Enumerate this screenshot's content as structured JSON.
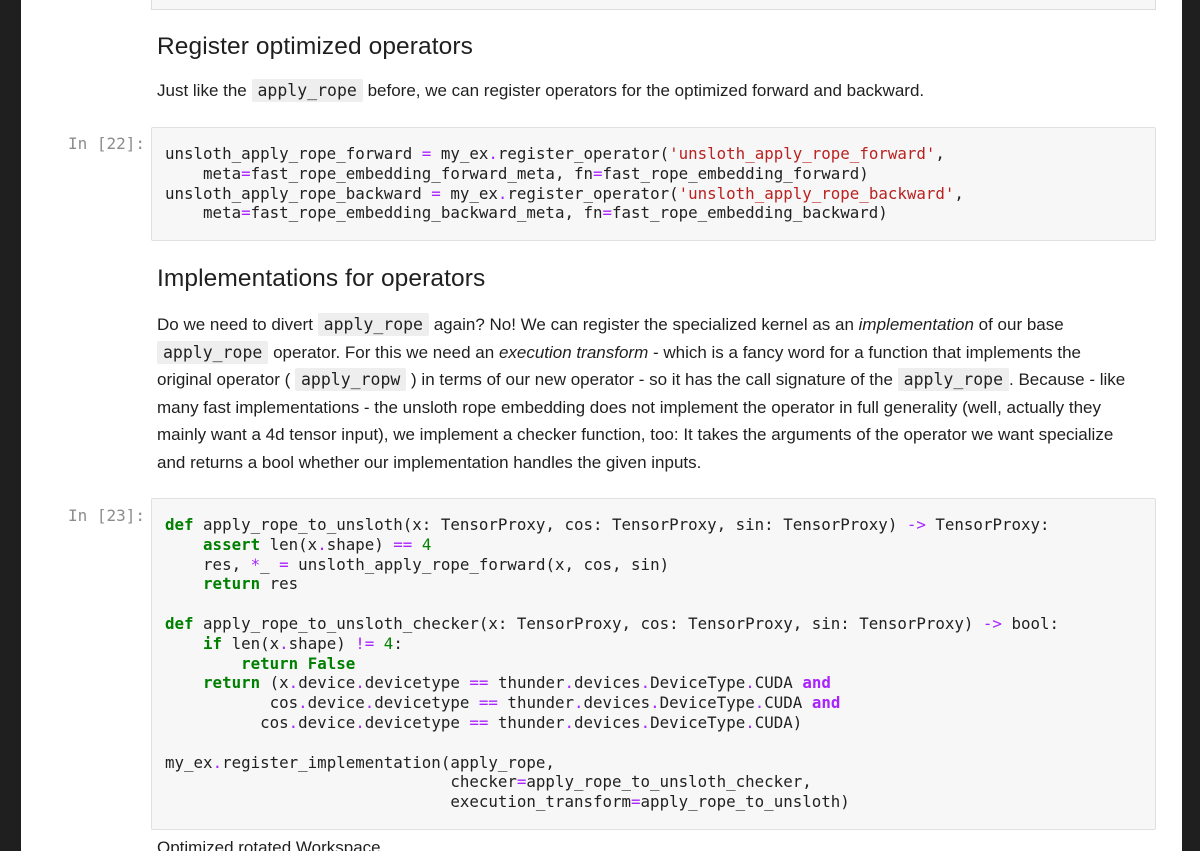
{
  "section1": {
    "heading": "Register optimized operators",
    "p": [
      "Just like the ",
      "apply_rope",
      " before, we can register operators for the optimized forward and backward."
    ]
  },
  "cell22": {
    "prompt": "In [22]:",
    "lines": [
      "unsloth_apply_rope_forward = my_ex.register_operator('unsloth_apply_rope_forward',",
      "    meta=fast_rope_embedding_forward_meta, fn=fast_rope_embedding_forward)",
      "unsloth_apply_rope_backward = my_ex.register_operator('unsloth_apply_rope_backward',",
      "    meta=fast_rope_embedding_backward_meta, fn=fast_rope_embedding_backward)"
    ]
  },
  "section2": {
    "heading": "Implementations for operators",
    "lines": [
      [
        "Do we need to divert ",
        "apply_rope",
        " again? No! We can register the specialized kernel as an ",
        "implementation",
        " of our base"
      ],
      [
        "apply_rope",
        " operator. For this we need an ",
        "execution transform",
        " - which is a fancy word for a function that implements the"
      ],
      [
        "original operator ( ",
        "apply_ropw",
        " ) in terms of our new operator - so it has the call signature of the ",
        "apply_rope",
        ". Because - like"
      ],
      [
        "many fast implementations - the unsloth rope embedding does not implement the operator in full generality (well, actually they"
      ],
      [
        "mainly want a 4d tensor input), we implement a checker function, too: It takes the arguments of the operator we want specialize"
      ],
      [
        "and returns a bool whether our implementation handles the given inputs."
      ]
    ]
  },
  "cell23": {
    "prompt": "In [23]:",
    "lines": [
      "def apply_rope_to_unsloth(x: TensorProxy, cos: TensorProxy, sin: TensorProxy) -> TensorProxy:",
      "    assert len(x.shape) == 4",
      "    res, *_ = unsloth_apply_rope_forward(x, cos, sin)",
      "    return res",
      "",
      "def apply_rope_to_unsloth_checker(x: TensorProxy, cos: TensorProxy, sin: TensorProxy) -> bool:",
      "    if len(x.shape) != 4:",
      "        return False",
      "    return (x.device.devicetype == thunder.devices.DeviceType.CUDA and",
      "           cos.device.devicetype == thunder.devices.DeviceType.CUDA and",
      "          cos.device.devicetype == thunder.devices.DeviceType.CUDA)",
      "",
      "my_ex.register_implementation(apply_rope,",
      "                              checker=apply_rope_to_unsloth_checker,",
      "                              execution_transform=apply_rope_to_unsloth)"
    ]
  },
  "footer": {
    "partial_text": "Optimized rotated Workspace"
  }
}
